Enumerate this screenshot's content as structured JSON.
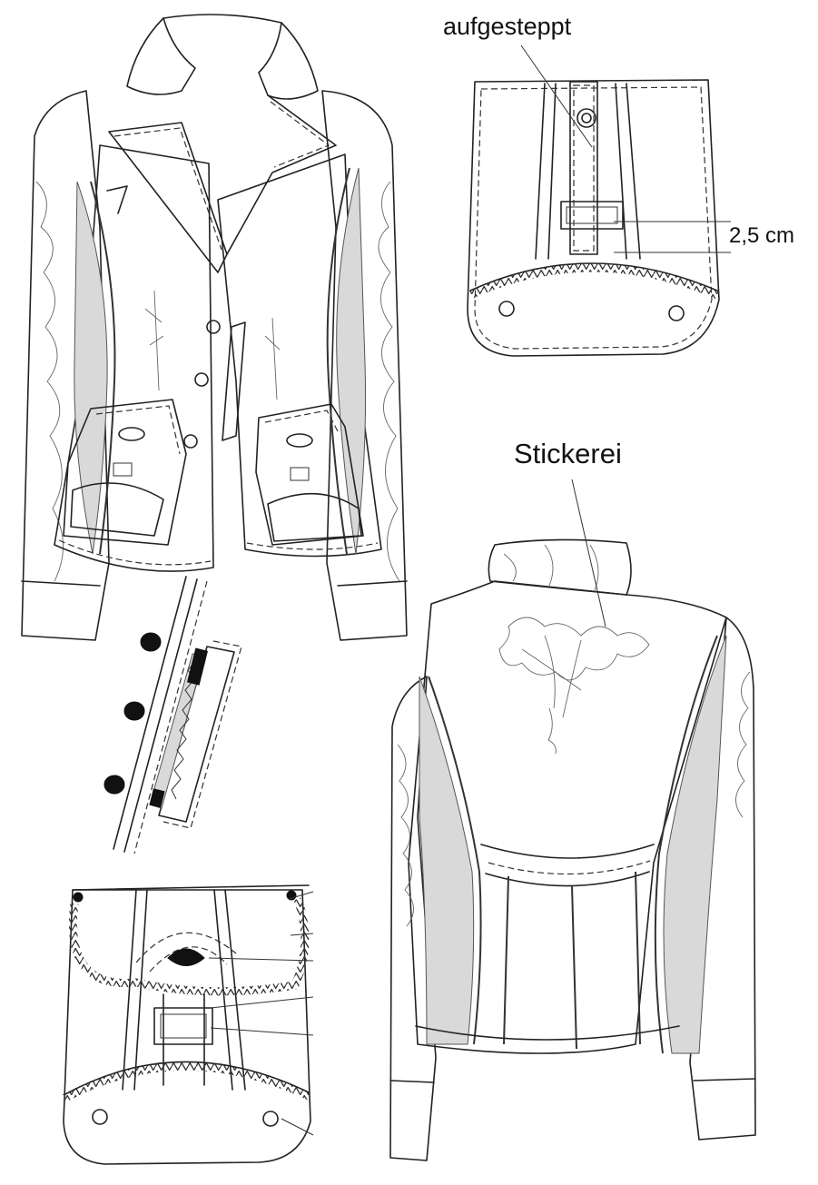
{
  "labels": {
    "stitched": "aufgesteppt",
    "width": "2,5 cm",
    "embroidery": "Stickerei"
  },
  "colors": {
    "ink": "#222222",
    "shading": "#d9d9d9",
    "paper": "#ffffff"
  }
}
